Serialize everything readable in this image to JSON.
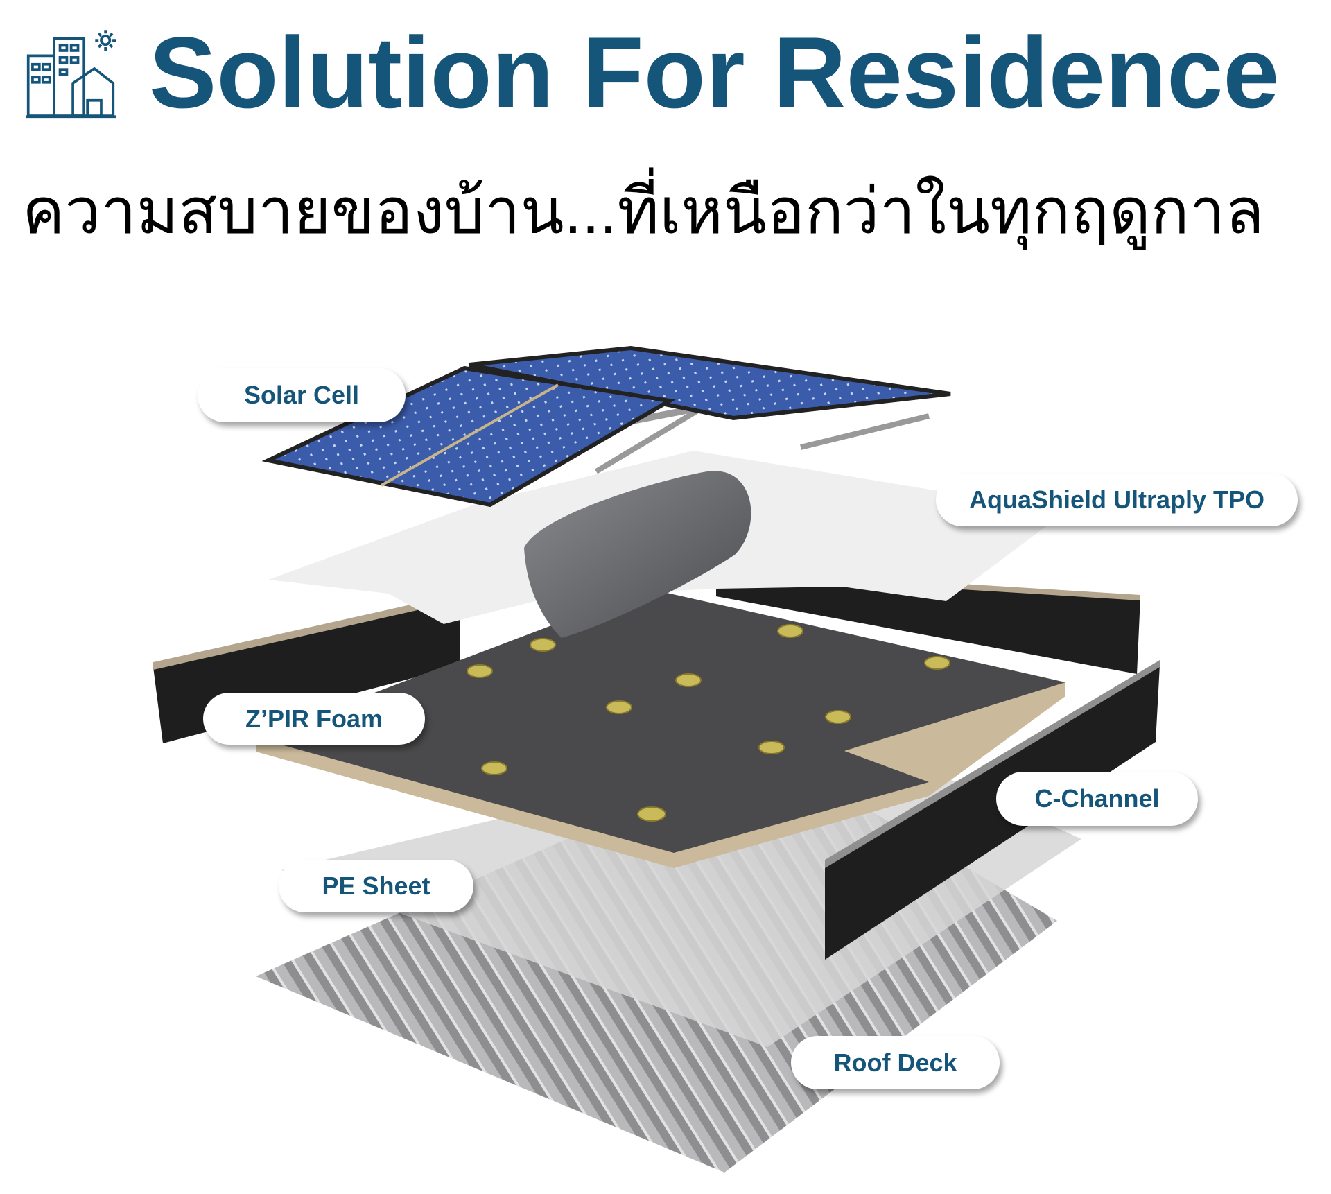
{
  "header": {
    "icon": "buildings-house-sun-icon",
    "title": "Solution For Residence",
    "subtitle": "ความสบายของบ้าน...ที่เหนือกว่าในทุกฤดูกาล"
  },
  "colors": {
    "brand": "#16557a",
    "solar": "#3b5cab",
    "channel": "#1e1e1e",
    "foam": "#4a4a4c",
    "foam_edge": "#cbb99c"
  },
  "labels": [
    {
      "id": "solar-cell",
      "text": "Solar Cell"
    },
    {
      "id": "tpo",
      "text": "AquaShield Ultraply TPO"
    },
    {
      "id": "zpir-foam",
      "text": "Z’PIR Foam"
    },
    {
      "id": "c-channel",
      "text": "C-Channel"
    },
    {
      "id": "pe-sheet",
      "text": "PE Sheet"
    },
    {
      "id": "roof-deck",
      "text": "Roof Deck"
    }
  ]
}
